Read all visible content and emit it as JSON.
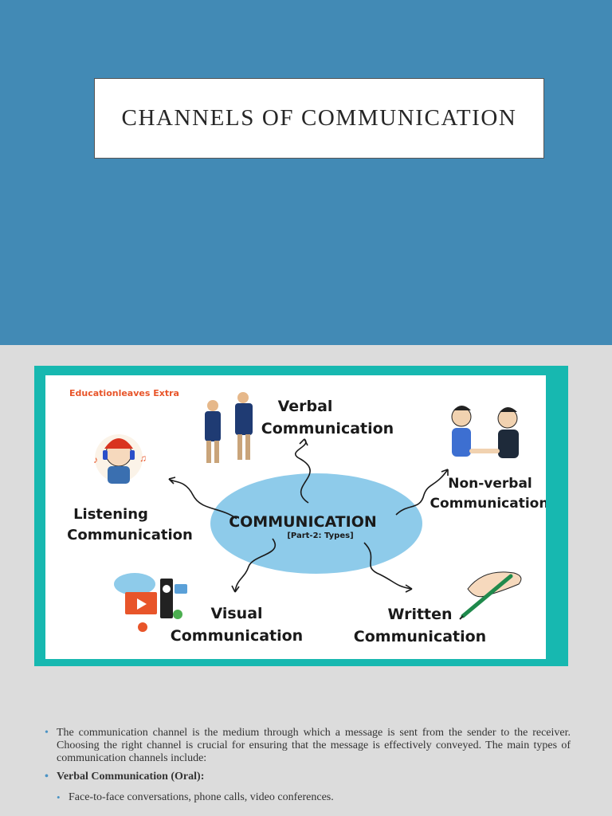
{
  "slide": {
    "title": "CHANNELS OF COMMUNICATION"
  },
  "figure": {
    "watermark": "Educationleaves Extra",
    "center_title": "COMMUNICATION",
    "center_subtitle": "[Part-2: Types]",
    "nodes": {
      "verbal_line1": "Verbal",
      "verbal_line2": "Communication",
      "nonverbal_line1": "Non-verbal",
      "nonverbal_line2": "Communication",
      "listening_line1": "Listening",
      "listening_line2": "Communication",
      "visual_line1": "Visual",
      "visual_line2": "Communication",
      "written_line1": "Written",
      "written_line2": "Communication"
    },
    "colors": {
      "ellipse": "#8ecbea",
      "frame": "#17b8b0",
      "watermark": "#e8552a"
    }
  },
  "bullets": {
    "intro": "The communication channel is the medium through which a message is sent from the sender to the receiver. Choosing the right channel is crucial for ensuring that the message is effectively conveyed. The main types of communication channels include:",
    "verbal_heading": "Verbal Communication (Oral):",
    "verbal_examples": "Face-to-face conversations, phone calls, video conferences."
  },
  "theme": {
    "hero_bg": "#428ab5",
    "body_bg": "#dcdcdc",
    "bullet_color": "#4b93c4"
  }
}
